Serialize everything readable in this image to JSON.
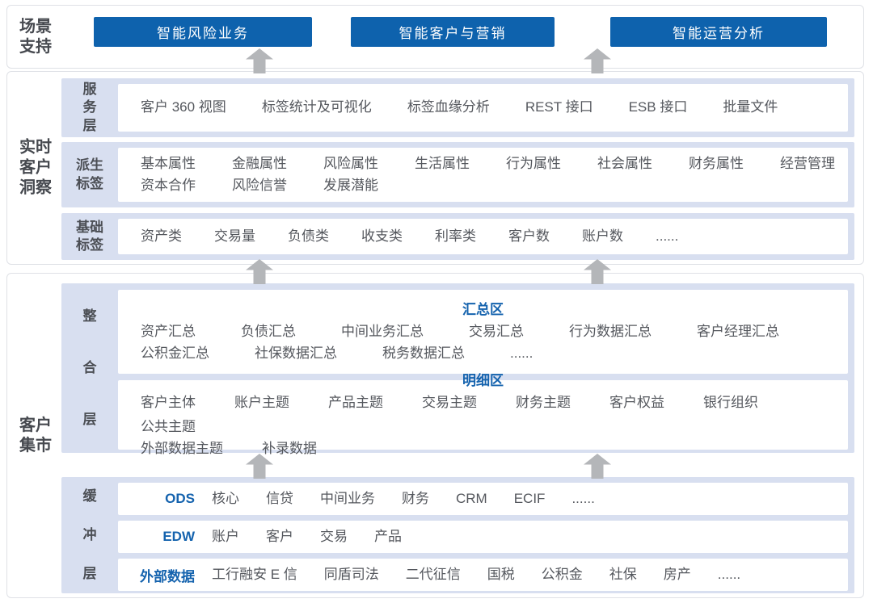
{
  "colors": {
    "button_blue": "#0e62ad",
    "title_blue": "#1563ae",
    "band_lavender": "#d8dff0",
    "arrow_gray": "#b4b6b9",
    "text_gray": "#54575d"
  },
  "scenario": {
    "label_lines": [
      "场景",
      "支持"
    ],
    "buttons": [
      "智能风险业务",
      "智能客户与营销",
      "智能运营分析"
    ]
  },
  "insight": {
    "label_lines": [
      "实时",
      "客户",
      "洞察"
    ],
    "service": {
      "layer_lines": [
        "服",
        "务",
        "层"
      ],
      "items": [
        "客户 360 视图",
        "标签统计及可视化",
        "标签血缘分析",
        "REST 接口",
        "ESB 接口",
        "批量文件"
      ]
    },
    "derived": {
      "layer_lines": [
        "派生",
        "标签"
      ],
      "rows": [
        [
          "基本属性",
          "金融属性",
          "风险属性",
          "生活属性",
          "行为属性",
          "社会属性",
          "财务属性",
          "经营管理"
        ],
        [
          "资本合作",
          "风险信誉",
          "发展潜能"
        ]
      ]
    },
    "basic": {
      "layer_lines": [
        "基础",
        "标签"
      ],
      "items": [
        "资产类",
        "交易量",
        "负债类",
        "收支类",
        "利率类",
        "客户数",
        "账户数",
        "......"
      ]
    }
  },
  "mart": {
    "label_lines": [
      "客户",
      "集市"
    ],
    "integration": {
      "layer_lines": [
        "整",
        "合",
        "层"
      ],
      "summary": {
        "title": "汇总区",
        "rows": [
          [
            "资产汇总",
            "负债汇总",
            "中间业务汇总",
            "交易汇总",
            "行为数据汇总",
            "客户经理汇总"
          ],
          [
            "公积金汇总",
            "社保数据汇总",
            "税务数据汇总",
            "......"
          ]
        ]
      },
      "detail": {
        "title": "明细区",
        "rows": [
          [
            "客户主体",
            "账户主题",
            "产品主题",
            "交易主题",
            "财务主题",
            "客户权益",
            "银行组织",
            "公共主题"
          ],
          [
            "外部数据主题",
            "补录数据"
          ]
        ]
      }
    },
    "buffer": {
      "layer_lines": [
        "缓",
        "冲",
        "层"
      ],
      "rows": [
        {
          "title": "ODS",
          "items": [
            "核心",
            "信贷",
            "中间业务",
            "财务",
            "CRM",
            "ECIF",
            "......"
          ]
        },
        {
          "title": "EDW",
          "items": [
            "账户",
            "客户",
            "交易",
            "产品"
          ]
        },
        {
          "title": "外部数据",
          "items": [
            "工行融安 E 信",
            "同盾司法",
            "二代征信",
            "国税",
            "公积金",
            "社保",
            "房产",
            "......"
          ]
        }
      ]
    }
  }
}
